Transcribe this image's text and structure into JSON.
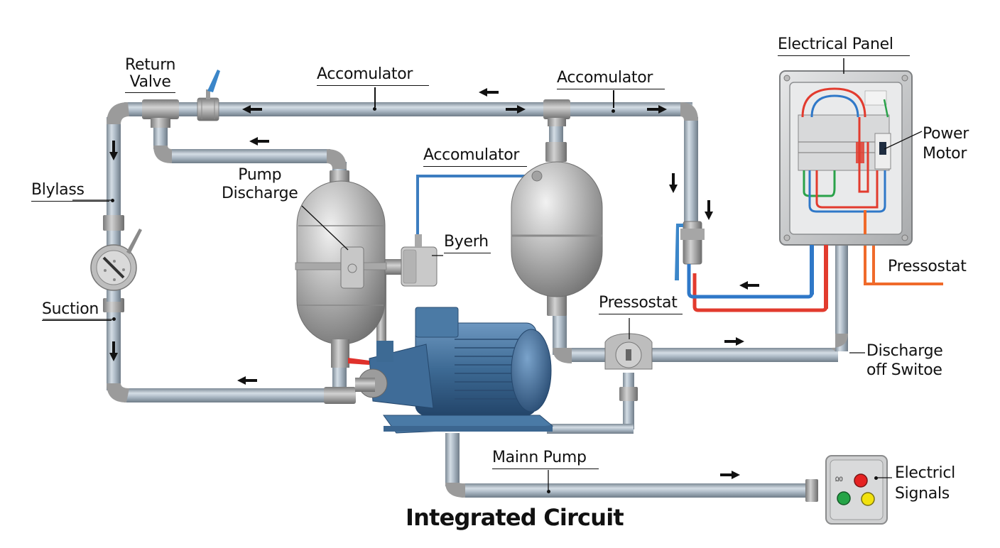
{
  "diagram": {
    "title": "Integrated Circuit",
    "labels": {
      "return_valve": [
        "Return",
        "Valve"
      ],
      "bypass": "Blylass",
      "suction": "Suction",
      "accumulator_top_left": "Accomulator",
      "accumulator_top_right": "Accomulator",
      "accumulator_middle": "Accomulator",
      "pump_discharge": [
        "Pump",
        "Discharge"
      ],
      "byerh": "Byerh",
      "electrical_panel": "Electrical Panel",
      "power_motor": [
        "Power",
        "Motor"
      ],
      "pressostat_right": "Pressostat",
      "pressostat_center": "Pressostat",
      "discharge_switch": [
        "Discharge",
        "off Switoe"
      ],
      "main_pump": "Mainn Pump",
      "electric_signals": [
        "Electricl",
        "Signals"
      ],
      "signal_box_marking": "ΩO"
    },
    "flow_arrows": [
      {
        "segment": "top-pipe-left",
        "direction": "left"
      },
      {
        "segment": "top-pipe-middle",
        "direction": "left"
      },
      {
        "segment": "top-pipe-right-a",
        "direction": "right"
      },
      {
        "segment": "top-pipe-right-b",
        "direction": "right"
      },
      {
        "segment": "return-branch",
        "direction": "left"
      },
      {
        "segment": "left-riser-upper",
        "direction": "down"
      },
      {
        "segment": "left-riser-lower",
        "direction": "down"
      },
      {
        "segment": "bottom-suction-pipe",
        "direction": "left"
      },
      {
        "segment": "right-riser-a",
        "direction": "down"
      },
      {
        "segment": "right-riser-b",
        "direction": "down"
      },
      {
        "segment": "blue-wire-return",
        "direction": "left"
      },
      {
        "segment": "discharge-line",
        "direction": "right"
      },
      {
        "segment": "main-pump-line",
        "direction": "right"
      }
    ],
    "colors": {
      "pipe": "#a9b7c3",
      "fitting": "#9c9c9c",
      "tank": "#b9b9b9",
      "motor": "#3d6a94",
      "valve_handle_blue": "#3b86c9",
      "valve_handle_red": "#e0312b",
      "wire_red": "#e23b2e",
      "wire_blue": "#2f78c8",
      "wire_green": "#2aa24a",
      "wire_orange": "#f06a2a",
      "panel": "#cfd1d3",
      "lamp_red": "#e52222",
      "lamp_green": "#25a447",
      "lamp_yellow": "#f2e20e"
    }
  }
}
